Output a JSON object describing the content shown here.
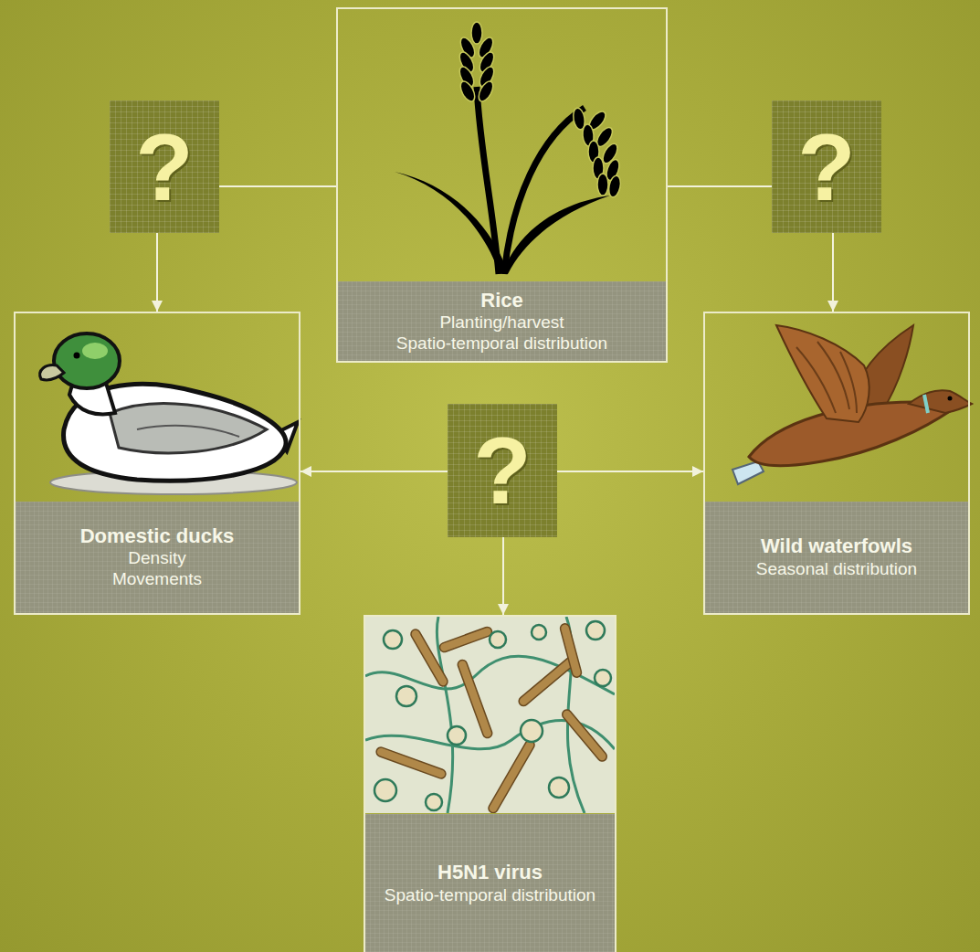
{
  "diagram": {
    "nodes": [
      {
        "text": [
          "Rice",
          "Planting/harvest",
          "Spatio-temporal distribution"
        ]
      },
      {
        "text": [
          "?"
        ]
      },
      {
        "text": [
          "?"
        ]
      },
      {
        "text": [
          "Domestic ducks",
          "Density",
          "Movements"
        ]
      },
      {
        "text": [
          "?"
        ]
      },
      {
        "text": [
          "Wild waterfowls",
          "Seasonal distribution"
        ]
      },
      {
        "text": [
          "H5N1 virus",
          "Spatio-temporal distribution"
        ]
      }
    ],
    "edges": [
      {
        "from": 0,
        "to": 1,
        "arrow": "none"
      },
      {
        "from": 1,
        "to": 3,
        "arrow": "to"
      },
      {
        "from": 0,
        "to": 2,
        "arrow": "none"
      },
      {
        "from": 2,
        "to": 5,
        "arrow": "to"
      },
      {
        "from": 4,
        "to": 3,
        "arrow": "to"
      },
      {
        "from": 4,
        "to": 5,
        "arrow": "to"
      },
      {
        "from": 4,
        "to": 6,
        "arrow": "to"
      }
    ]
  }
}
